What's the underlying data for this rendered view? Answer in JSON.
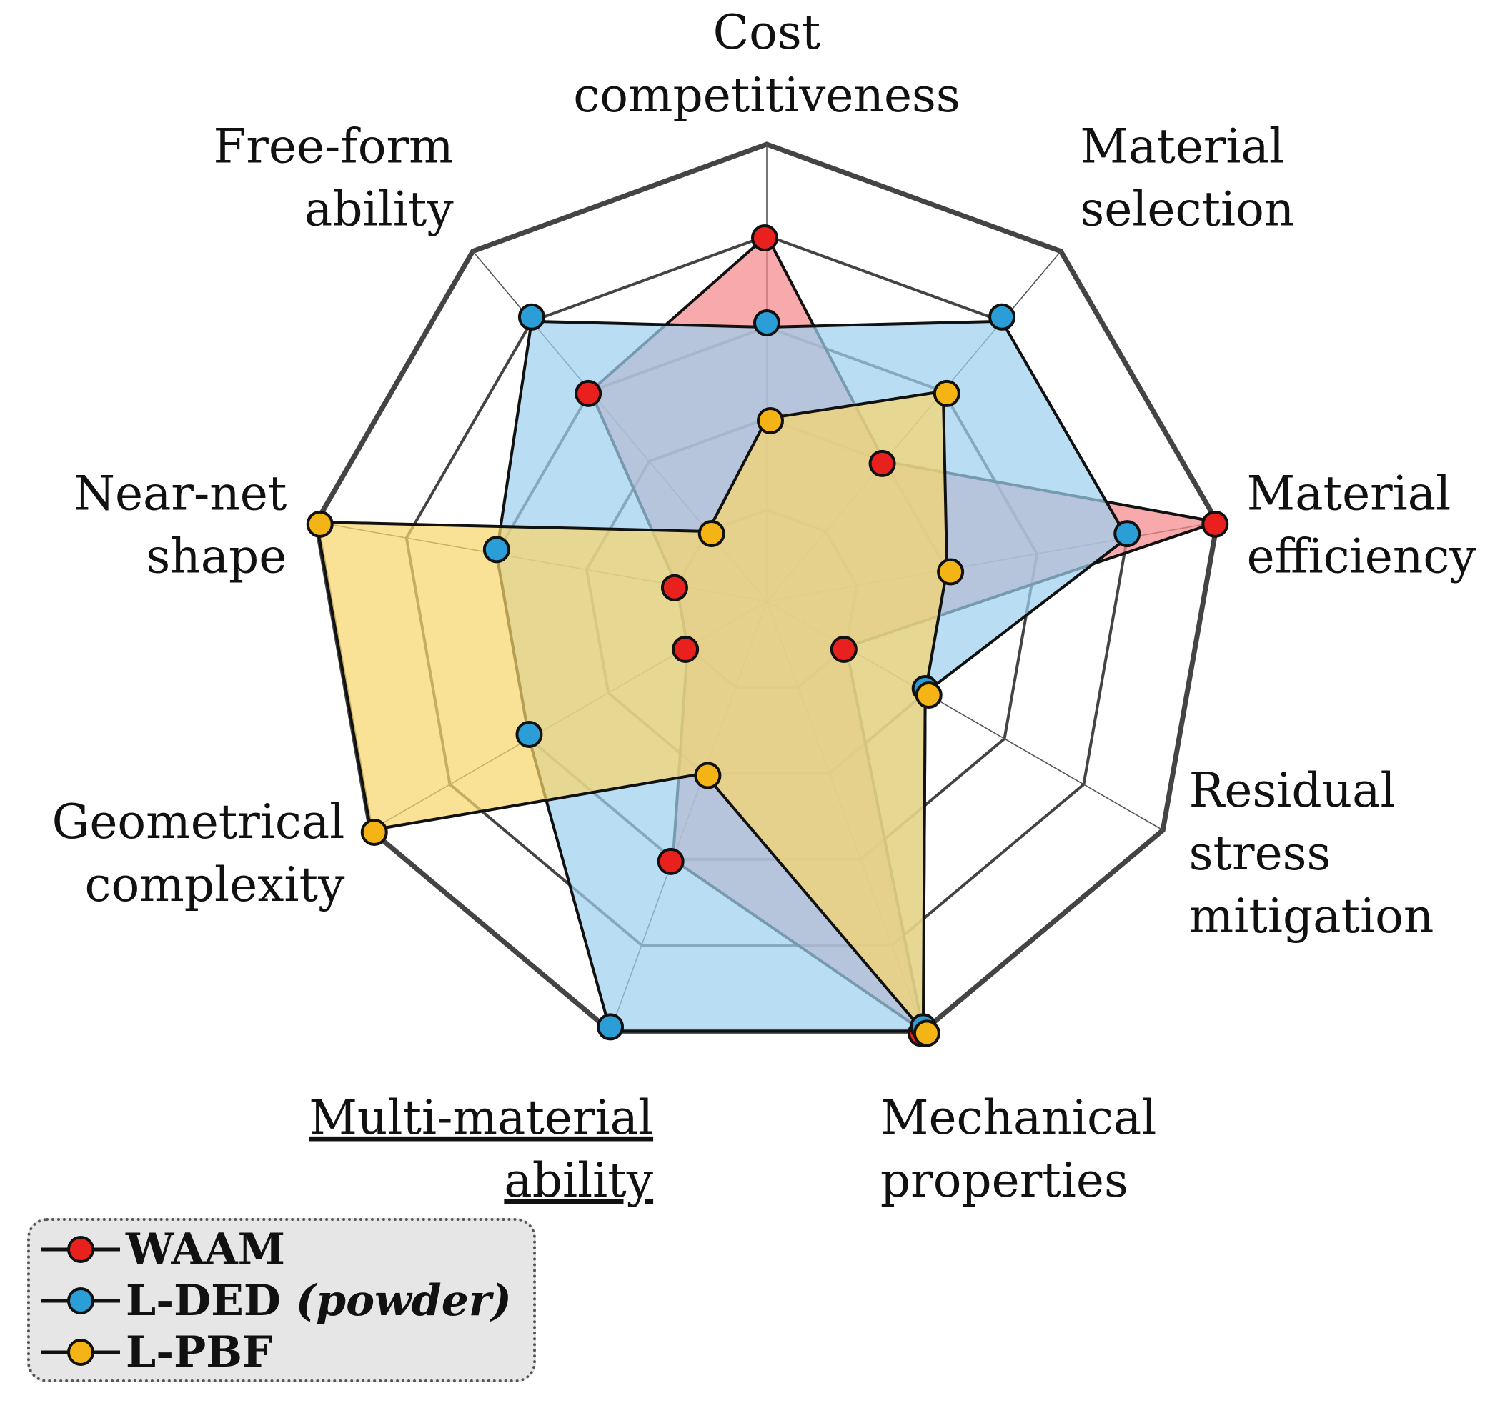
{
  "chart_data": {
    "type": "radar",
    "axes": [
      [
        "Cost",
        "competitiveness"
      ],
      [
        "Material",
        "selection"
      ],
      [
        "Material",
        "efficiency"
      ],
      [
        "Residual",
        "stress",
        "mitigation"
      ],
      [
        "Mechanical",
        "properties"
      ],
      [
        "Multi-material",
        "ability"
      ],
      [
        "Geometrical",
        "complexity"
      ],
      [
        "Near-net",
        "shape"
      ],
      [
        "Free-form",
        "ability"
      ]
    ],
    "underlined_axis": 5,
    "levels": 5,
    "range": [
      0,
      5
    ],
    "series": [
      {
        "name": "WAAM",
        "color": "#f4888c",
        "marker": "#e8201e",
        "values": [
          4,
          2,
          5,
          1,
          5,
          3,
          1,
          1,
          3
        ]
      },
      {
        "name": "L-DED",
        "name_suffix": "(powder)",
        "color": "#9ed0ef",
        "marker": "#2b9ed8",
        "values": [
          3,
          4,
          4,
          2,
          5,
          5,
          3,
          3,
          4
        ]
      },
      {
        "name": "L-PBF",
        "color": "#f6d56d",
        "marker": "#f5b415",
        "values": [
          2,
          3,
          2,
          2,
          5,
          2,
          5,
          5,
          1
        ]
      }
    ],
    "legend_position": "bottom-left"
  }
}
